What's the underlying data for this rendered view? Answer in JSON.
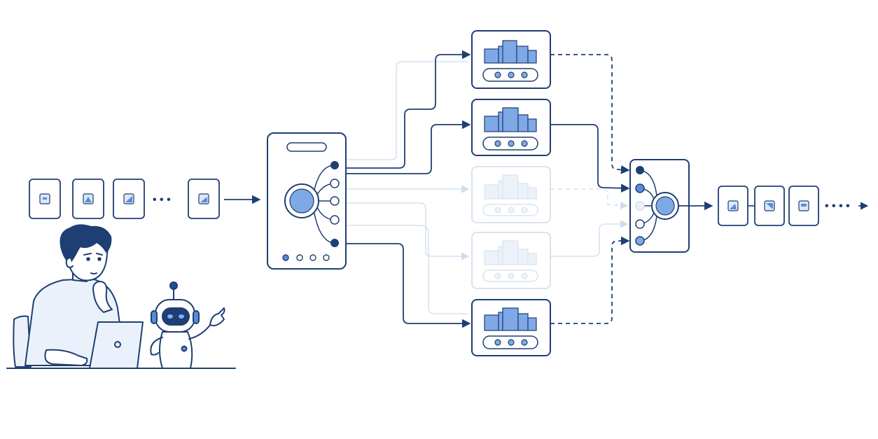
{
  "diagram": {
    "caption": "",
    "colors": {
      "line": "#1e3f73",
      "accent": "#1f4e96",
      "fill_light": "#eaf1fb",
      "fill_mid": "#7fa8e6",
      "fill_strong": "#5b8bd8",
      "faded": "#cfdcef"
    },
    "input_tokens": {
      "count_shown": 4,
      "ellipsis": "• • •"
    },
    "router": {
      "ports": 5,
      "active_ports": [
        0,
        4
      ],
      "indicator_dots": 4
    },
    "experts": [
      {
        "id": "expert-1",
        "state": "active"
      },
      {
        "id": "expert-2",
        "state": "active"
      },
      {
        "id": "expert-3",
        "state": "inactive"
      },
      {
        "id": "expert-4",
        "state": "inactive"
      },
      {
        "id": "expert-5",
        "state": "active"
      }
    ],
    "combiner": {
      "ports": 5,
      "active_ports": [
        0,
        1,
        4
      ]
    },
    "output_tokens": {
      "count_shown": 3,
      "ellipsis": "• • • •"
    },
    "illustration": {
      "person": "person-at-laptop",
      "robot": "assistant-robot"
    }
  }
}
